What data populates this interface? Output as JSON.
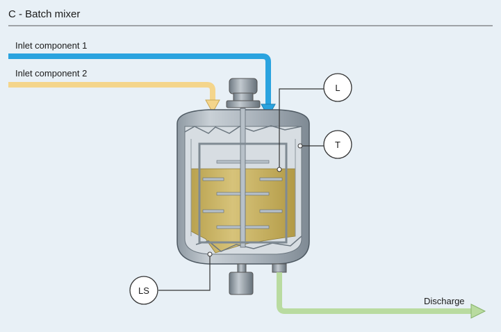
{
  "title": "C - Batch mixer",
  "inlets": [
    {
      "label": "Inlet component 1",
      "color": "#2aa3df"
    },
    {
      "label": "Inlet component 2",
      "color": "#f4d58b"
    }
  ],
  "outlet": {
    "label": "Discharge",
    "color": "#b9dba0"
  },
  "sensors": [
    {
      "id": "L"
    },
    {
      "id": "T"
    },
    {
      "id": "LS"
    }
  ],
  "colors": {
    "background": "#e8f0f6",
    "vessel_steel": "#b3bcc4",
    "vessel_inner": "#d7dde2",
    "liquid": "#cdb76a",
    "impeller": "#b7c0c8"
  }
}
